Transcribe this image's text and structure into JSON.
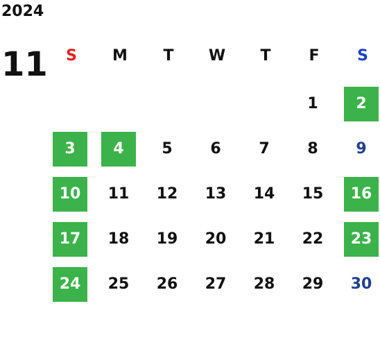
{
  "year": "2024",
  "month": "11",
  "colors": {
    "sunday_header": "#e02020",
    "saturday_header": "#1d3fc7",
    "saturday_day": "#1f3f8f",
    "highlight_bg": "#3bb34a",
    "highlight_text": "#ffffff",
    "default_text": "#111111"
  },
  "weekdays": [
    "S",
    "M",
    "T",
    "W",
    "T",
    "F",
    "S"
  ],
  "weeks": [
    [
      null,
      null,
      null,
      null,
      null,
      {
        "day": "1"
      },
      {
        "day": "2",
        "highlight": true
      }
    ],
    [
      {
        "day": "3",
        "highlight": true
      },
      {
        "day": "4",
        "highlight": true
      },
      {
        "day": "5"
      },
      {
        "day": "6"
      },
      {
        "day": "7"
      },
      {
        "day": "8"
      },
      {
        "day": "9"
      }
    ],
    [
      {
        "day": "10",
        "highlight": true
      },
      {
        "day": "11"
      },
      {
        "day": "12"
      },
      {
        "day": "13"
      },
      {
        "day": "14"
      },
      {
        "day": "15"
      },
      {
        "day": "16",
        "highlight": true
      }
    ],
    [
      {
        "day": "17",
        "highlight": true
      },
      {
        "day": "18"
      },
      {
        "day": "19"
      },
      {
        "day": "20"
      },
      {
        "day": "21"
      },
      {
        "day": "22"
      },
      {
        "day": "23",
        "highlight": true
      }
    ],
    [
      {
        "day": "24",
        "highlight": true
      },
      {
        "day": "25"
      },
      {
        "day": "26"
      },
      {
        "day": "27"
      },
      {
        "day": "28"
      },
      {
        "day": "29"
      },
      {
        "day": "30"
      }
    ]
  ]
}
